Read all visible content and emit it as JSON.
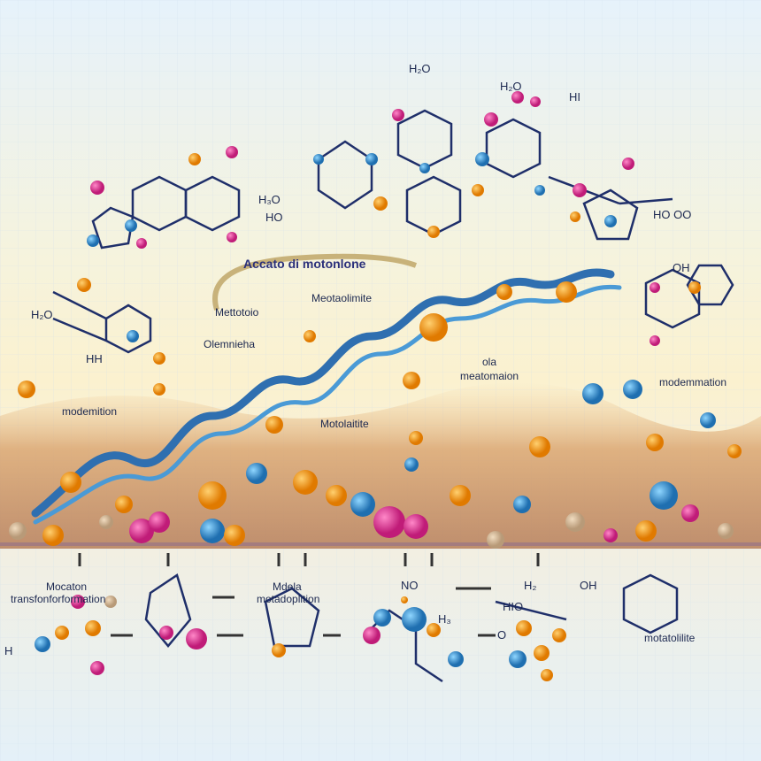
{
  "labels": {
    "arc_title": "Accato di motonlone",
    "metabolinite": "Meotaolimite",
    "mettotoio": "Mettotoio",
    "olemnieha": "Olemnieha",
    "modemition": "modemition",
    "ola": "ola",
    "meatomaion": "meatomaion",
    "metaloitite": "Motolaitite",
    "modemmation": "modemmation",
    "bottom_left_1": "Mocaton",
    "bottom_left_2": "transfonforformation",
    "bottom_mid_1": "Mdela",
    "bottom_mid_2": "motadoplition",
    "bottom_right": "motatolilite"
  },
  "chem": {
    "h2o_top": "H₂O",
    "h2o_r": "H₂O",
    "hi": "HI",
    "h3o": "H₃O",
    "h2o_l": "H₂O",
    "oh": "OH",
    "hh": "HH",
    "ho": "HO",
    "ho_oo": "HO OO",
    "no": "NO",
    "h3": "H₃",
    "h2_b": "H₂",
    "hio": "HIO",
    "oh_b": "OH",
    "o_b": "O",
    "h_left": "H"
  },
  "colors": {
    "helix": "#2f6fb0",
    "orange": "#f0900f",
    "magenta": "#d8338a",
    "blue_atom": "#2a8fd0",
    "bond": "#1f2f6a"
  }
}
